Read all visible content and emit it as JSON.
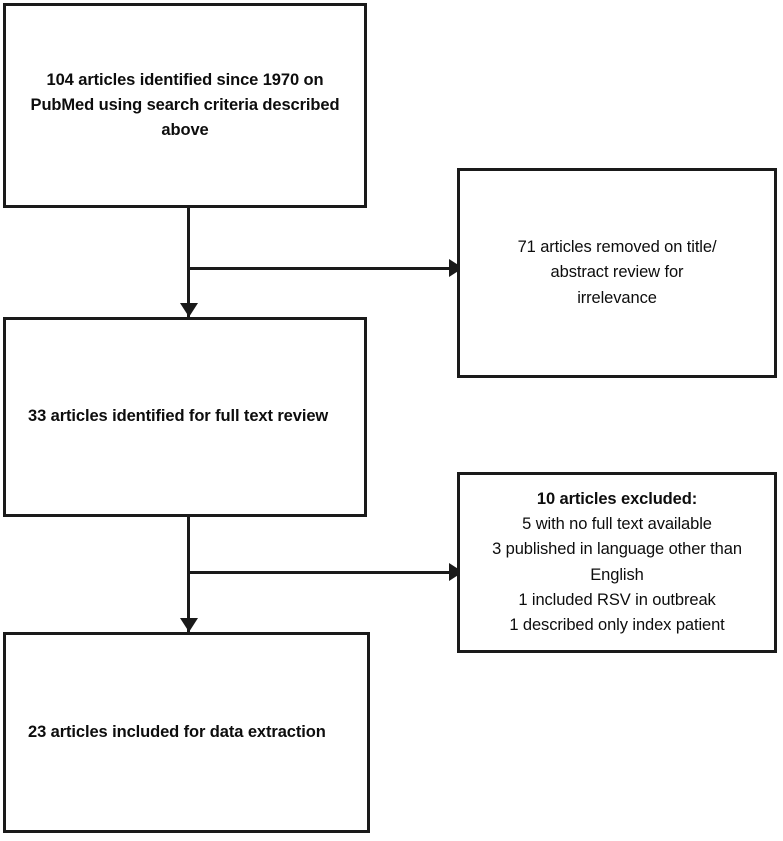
{
  "figure": {
    "type": "prisma-flow-diagram",
    "stroke_color": "#1a1a1a",
    "text_color": "#0d0d0d",
    "background_color": "#ffffff"
  },
  "nodes": {
    "search": {
      "id": "search",
      "lines": [
        "104 articles identified since 1970 on",
        "PubMed using search criteria described",
        "above"
      ],
      "count": "104",
      "align": "center",
      "weight": "bold"
    },
    "removed": {
      "id": "removed",
      "lines": [
        "71 articles removed on title/",
        "abstract review for",
        "irrelevance"
      ],
      "count": "71",
      "align": "center",
      "weight": "normal"
    },
    "fulltext": {
      "id": "fulltext",
      "lines": [
        "33 articles identified for full text review"
      ],
      "count": "33",
      "align": "left",
      "weight": "bold"
    },
    "excluded": {
      "id": "excluded",
      "heading": "10 articles excluded:",
      "count": "10",
      "reasons": [
        "5 with no full text available",
        "3 published in language other than",
        "English",
        "1 included RSV in outbreak",
        "1 described only index patient"
      ],
      "align": "center"
    },
    "included": {
      "id": "included",
      "lines": [
        "23 articles included for data extraction"
      ],
      "count": "23",
      "align": "left",
      "weight": "bold"
    }
  },
  "connectors": [
    {
      "id": "search-to-fulltext",
      "from": "search",
      "to": "fulltext",
      "direction": "down",
      "arrowhead": "down-triangle"
    },
    {
      "id": "search-to-removed",
      "from": "search",
      "to": "removed",
      "direction": "right",
      "arrowhead": "right-triangle"
    },
    {
      "id": "fulltext-to-included",
      "from": "fulltext",
      "to": "included",
      "direction": "down",
      "arrowhead": "down-triangle"
    },
    {
      "id": "fulltext-to-excluded",
      "from": "fulltext",
      "to": "excluded",
      "direction": "right",
      "arrowhead": "right-triangle"
    }
  ]
}
